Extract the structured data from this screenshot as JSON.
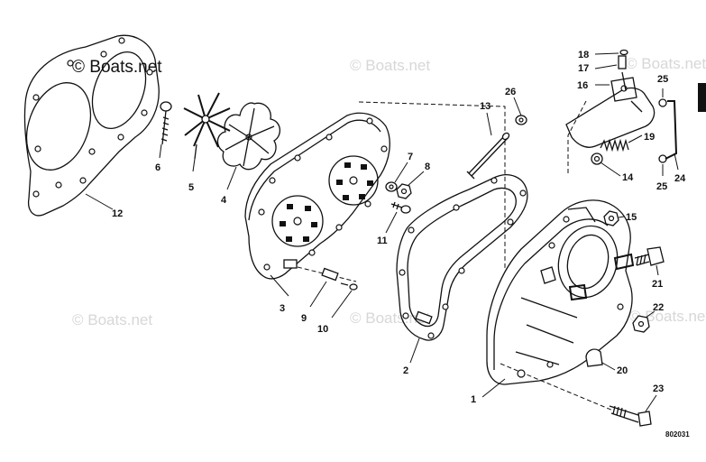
{
  "watermarks": {
    "top_left": "© Boats.net",
    "top_center": "© Boats.net",
    "top_right": "© Boats.net",
    "mid_left": "© Boats.net",
    "mid_center": "© Boats.net",
    "mid_right": "© Boats.net"
  },
  "drawing_code": "802031",
  "callouts": {
    "c1": "1",
    "c2": "2",
    "c3": "3",
    "c4": "4",
    "c5": "5",
    "c6": "6",
    "c7": "7",
    "c8": "8",
    "c9": "9",
    "c10": "10",
    "c11": "11",
    "c12": "12",
    "c13": "13",
    "c14": "14",
    "c15": "15",
    "c16": "16",
    "c17": "17",
    "c18": "18",
    "c19": "19",
    "c20": "20",
    "c21": "21",
    "c22": "22",
    "c23": "23",
    "c24": "24",
    "c25a": "25",
    "c25b": "25",
    "c26": "26"
  }
}
